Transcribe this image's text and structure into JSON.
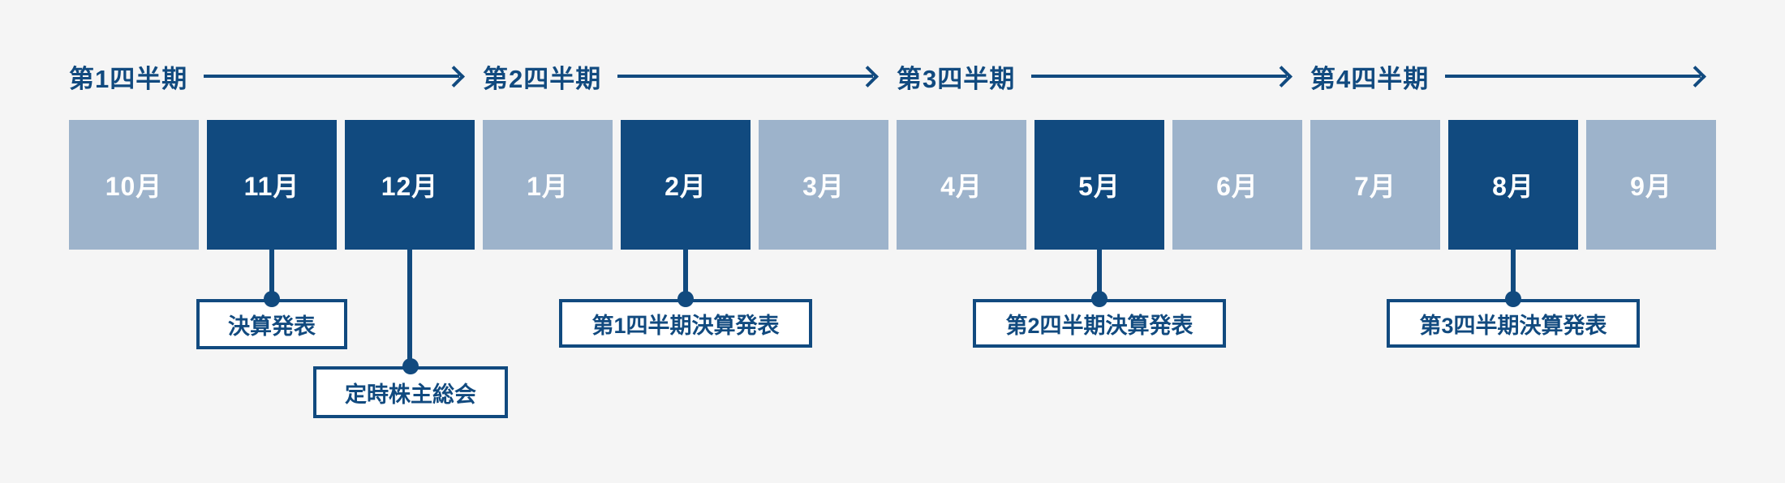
{
  "colors": {
    "background": "#f5f5f5",
    "accent_navy": "#114a7f",
    "month_inactive": "#9db3cb",
    "event_box_bg": "#ffffff"
  },
  "icons": {
    "quarter_arrow": "arrow-right"
  },
  "quarters": [
    {
      "label": "第1四半期"
    },
    {
      "label": "第2四半期"
    },
    {
      "label": "第3四半期"
    },
    {
      "label": "第4四半期"
    }
  ],
  "months": [
    {
      "label": "10月",
      "highlight": false
    },
    {
      "label": "11月",
      "highlight": true
    },
    {
      "label": "12月",
      "highlight": true
    },
    {
      "label": "1月",
      "highlight": false
    },
    {
      "label": "2月",
      "highlight": true
    },
    {
      "label": "3月",
      "highlight": false
    },
    {
      "label": "4月",
      "highlight": false
    },
    {
      "label": "5月",
      "highlight": true
    },
    {
      "label": "6月",
      "highlight": false
    },
    {
      "label": "7月",
      "highlight": false
    },
    {
      "label": "8月",
      "highlight": true
    },
    {
      "label": "9月",
      "highlight": false
    }
  ],
  "events": [
    {
      "label": "決算発表",
      "month": "11月"
    },
    {
      "label": "定時株主総会",
      "month": "12月"
    },
    {
      "label": "第1四半期決算発表",
      "month": "2月"
    },
    {
      "label": "第2四半期決算発表",
      "month": "5月"
    },
    {
      "label": "第3四半期決算発表",
      "month": "8月"
    }
  ]
}
